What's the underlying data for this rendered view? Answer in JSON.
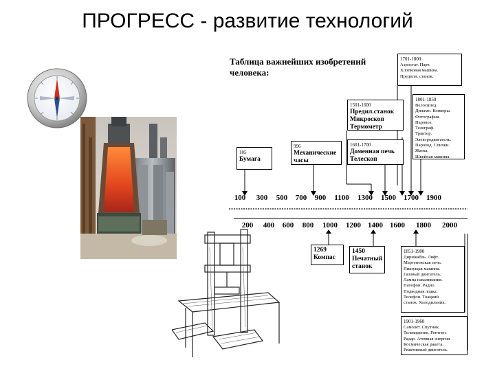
{
  "title": "ПРОГРЕСС - развитие технологий",
  "table": {
    "title_line1": "Таблица важнейших изобретений",
    "title_line2": "человека:"
  },
  "axis_top": [
    "100",
    "300",
    "500",
    "700",
    "900",
    "1100",
    "1300",
    "1500",
    "1700",
    "1900"
  ],
  "axis_bottom": [
    "200",
    "400",
    "600",
    "800",
    "1000",
    "1200",
    "1400",
    "1600",
    "1800",
    "2000"
  ],
  "boxes": {
    "b105": {
      "hdr": "105",
      "lines": [
        "Бумага"
      ]
    },
    "b996": {
      "hdr": "996",
      "lines": [
        "Механические",
        "часы"
      ]
    },
    "b1501": {
      "hdr": "1501-1600",
      "lines": [
        "Предил.станок",
        "Микроскоп",
        "Термометр"
      ]
    },
    "b1601": {
      "hdr": "1601-1700",
      "lines": [
        "Доменная печь",
        "Телескоп"
      ]
    },
    "b1701": {
      "hdr": "1701-1800",
      "lines": [
        "Аэростат. Парт.",
        "Хлопковая машина.",
        "Предилн. станок."
      ]
    },
    "b1801": {
      "hdr": "1801-1850",
      "lines": [
        "Велосипед.",
        "Динамо. Конверы.",
        "Фотография.",
        "Паровоз.",
        "Телеграф.",
        "Трактор.",
        "Электродвигатель.",
        "Пароход. Спички.",
        "Жатка.",
        "Швейная машина."
      ]
    },
    "b1269": {
      "hdr": "1269",
      "lines": [
        "Компас"
      ]
    },
    "b1450": {
      "hdr": "1450",
      "lines": [
        "Печатный",
        "станок"
      ]
    },
    "b1851": {
      "hdr": "1851-1900",
      "lines": [
        "Дирижабль. Лифт.",
        "Мартеновская печь.",
        "Пишущая машина.",
        "Газовый двигатель.",
        "Лампа накаливания.",
        "Патефон. Радио.",
        "Подводная лодка.",
        "Телефон. Ткацкий",
        "станок. Холодильник."
      ]
    },
    "b1901": {
      "hdr": "1901-1960",
      "lines": [
        "Самолет. Спутник.",
        "Телевидение. Рентген.",
        "Радар. Атомная энергия.",
        "Космическая ракета.",
        "Реактивный двигатель."
      ]
    }
  },
  "icons": {
    "compass": "compass-icon",
    "furnace": "blast-furnace-illustration",
    "press": "printing-press-illustration"
  }
}
